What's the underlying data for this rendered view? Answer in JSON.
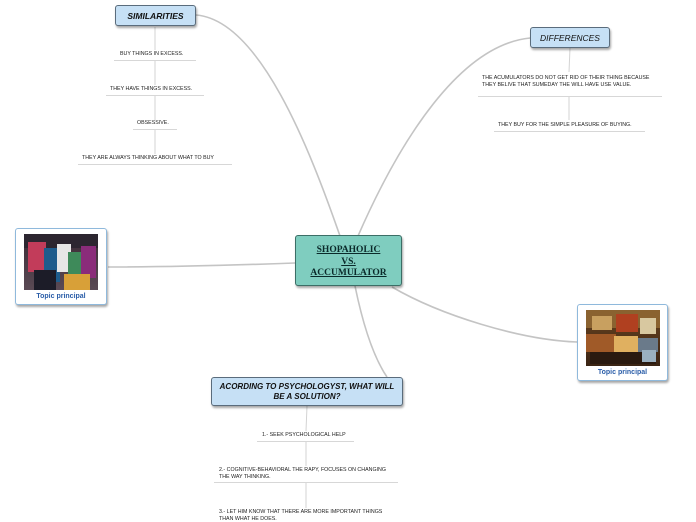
{
  "central": {
    "line1": "SHOPAHOLIC",
    "line2": "VS.",
    "line3": "ACCUMULATOR"
  },
  "similarities": {
    "title": "SIMILARITIES",
    "items": [
      "BUY THINGS IN EXCESS.",
      "THEY HAVE THINGS IN EXCESS.",
      "OBSESSIVE.",
      "THEY ARE ALWAYS THINKING ABOUT WHAT TO BUY"
    ]
  },
  "differences": {
    "title": "DIFFERENCES",
    "items": [
      "THE ACUMULATORS DO NOT GET RID OF THEIR THING BECAUSE THEY BELIVE THAT SUMEDAY THE WILL HAVE USE VALUE.",
      "THEY BUY FOR THE SIMPLE PLEASURE OF BUYING."
    ]
  },
  "psychologist": {
    "title": "ACORDING TO PSYCHOLOGYST, WHAT WILL BE A SOLUTION?",
    "items": [
      "1.- SEEK PSYCHOLOGICAL HELP",
      "2.- COGNITIVE-BEHAVIORAL THE RAPY, FOCUSES ON CHANGING THE WAY THINKING.",
      "3.- LET HIM KNOW THAT THERE ARE MORE IMPORTANT THINGS THAN WHAT HE DOES."
    ]
  },
  "topic_left": {
    "label": "Topic principal",
    "image": "shopping-bags-photo"
  },
  "topic_right": {
    "label": "Topic principal",
    "image": "cluttered-room-photo"
  },
  "colors": {
    "central_fill": "#7fcdbf",
    "topic_fill": "#c6e0f5",
    "link_color": "#c8c8c8",
    "image_label_color": "#2a5da8"
  }
}
